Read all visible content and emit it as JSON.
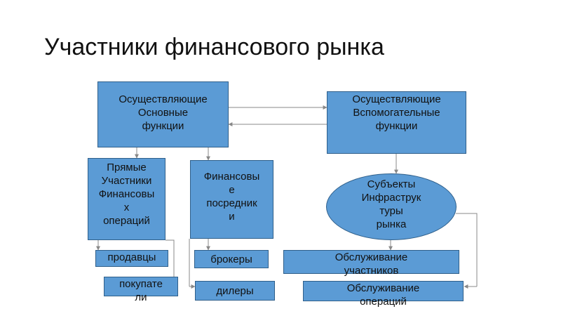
{
  "slide": {
    "title": "Участники финансового рынка",
    "nodes": {
      "main_functions": "Осуществляющие\nОсновные\nфункции",
      "aux_functions": "Осуществляющие\nВспомогательные\nфункции",
      "direct_participants": "Прямые\nУчастники\nФинансовы\nх\nопераций",
      "intermediaries": "Финансовы\nе\nпосредник\nи",
      "infrastructure": "Субъекты\nИнфраструк\nтуры\nрынка",
      "sellers": "продавцы",
      "buyers": "покупате\nли",
      "brokers": "брокеры",
      "dealers": "дилеры",
      "service_participants": "Обслуживание\nучастников",
      "service_operations": "Обслуживание\nопераций"
    }
  },
  "colors": {
    "box_fill": "#5b9bd5",
    "box_border": "#2f5f8a",
    "connector": "#888888"
  }
}
